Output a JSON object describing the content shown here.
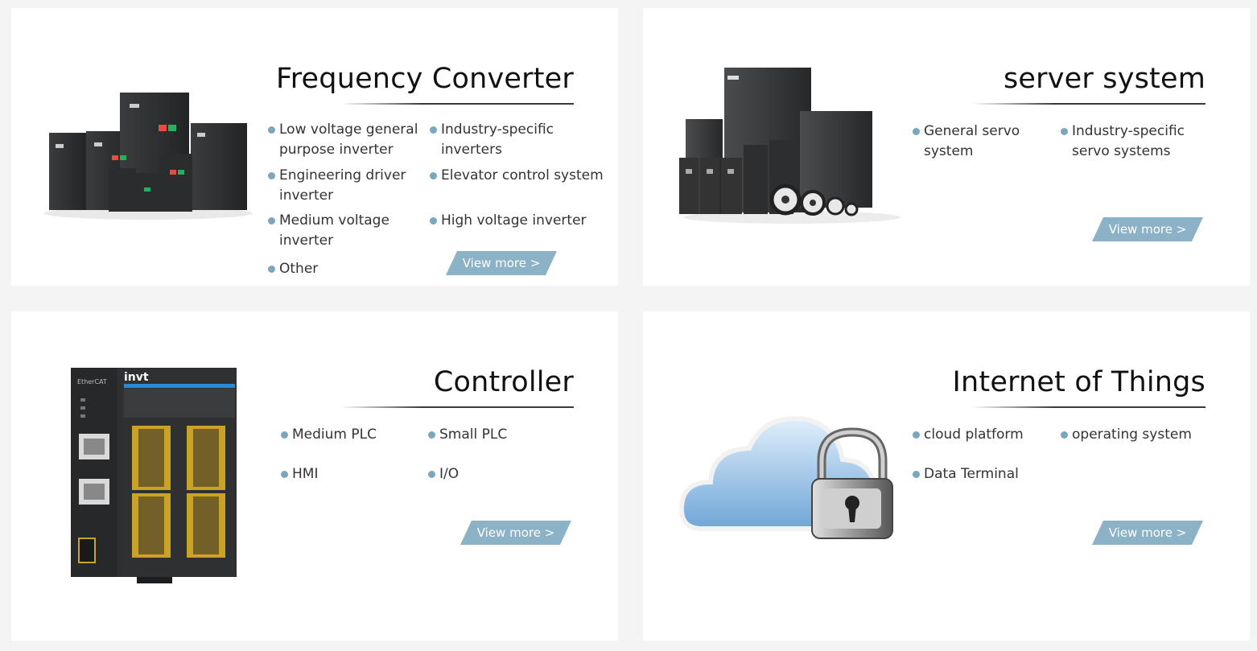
{
  "cards": [
    {
      "title": "Frequency Converter",
      "items": [
        "Low voltage general purpose inverter",
        "Industry-specific inverters",
        "Engineering driver inverter",
        "Elevator control system",
        "Medium voltage inverter",
        "High voltage inverter",
        "Other"
      ],
      "more": "View more >"
    },
    {
      "title": "server system",
      "items": [
        "General servo system",
        "Industry-specific servo systems"
      ],
      "more": "View more >"
    },
    {
      "title": "Controller",
      "items": [
        "Medium PLC",
        "Small PLC",
        "HMI",
        "I/O"
      ],
      "more": "View more >"
    },
    {
      "title": "Internet of Things",
      "items": [
        "cloud platform",
        "operating system",
        "Data Terminal"
      ],
      "more": "View more >"
    }
  ],
  "brand": {
    "logo": "invt",
    "ethercat": "EtherCAT"
  },
  "colors": {
    "accent": "#8bb2c6",
    "bullet": "#7aa6bf",
    "device": "#2f3133"
  }
}
